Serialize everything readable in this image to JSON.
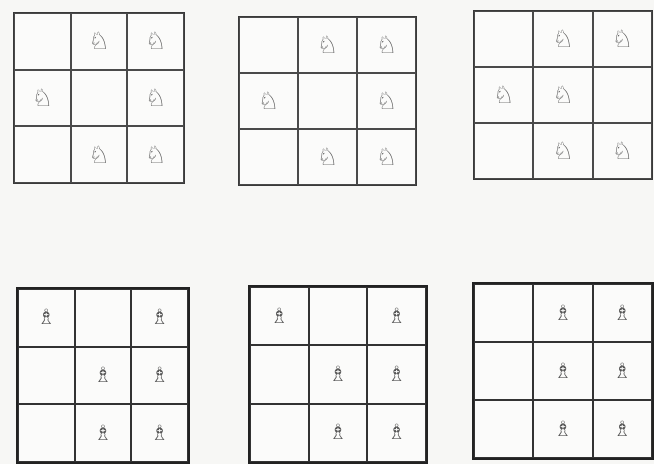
{
  "knight_boards": [
    {
      "cells": [
        "",
        "knight",
        "knight",
        "knight",
        "",
        "knight",
        "",
        "knight",
        "knight"
      ]
    },
    {
      "cells": [
        "",
        "knight",
        "knight",
        "knight",
        "",
        "knight",
        "",
        "knight",
        "knight"
      ]
    },
    {
      "cells": [
        "",
        "knight",
        "knight",
        "knight",
        "knight",
        "",
        "",
        "knight",
        "knight"
      ]
    }
  ],
  "bishop_boards": [
    {
      "cells": [
        "bishop",
        "",
        "bishop",
        "",
        "bishop",
        "bishop",
        "",
        "bishop",
        "bishop"
      ]
    },
    {
      "cells": [
        "bishop",
        "",
        "bishop",
        "",
        "bishop",
        "bishop",
        "",
        "bishop",
        "bishop"
      ]
    },
    {
      "cells": [
        "",
        "bishop",
        "bishop",
        "",
        "bishop",
        "bishop",
        "",
        "bishop",
        "bishop"
      ]
    }
  ],
  "glyphs": {
    "knight": "♘",
    "bishop": "♗"
  },
  "icons": {
    "knight": "knight-icon",
    "bishop": "bishop-icon"
  }
}
